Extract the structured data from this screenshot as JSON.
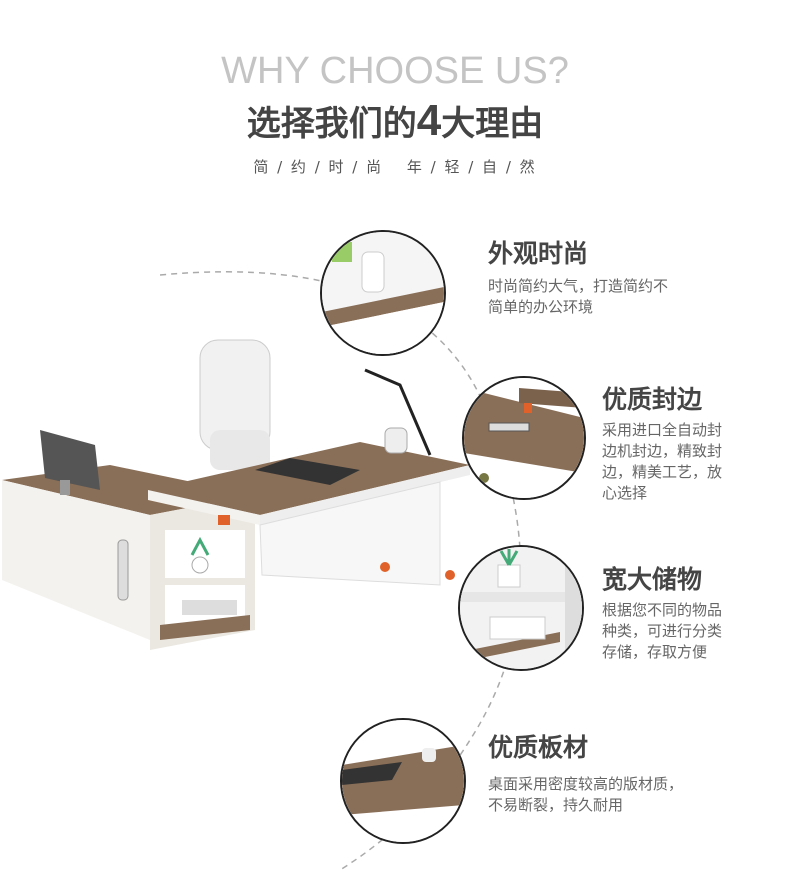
{
  "header": {
    "english_title": "WHY CHOOSE US?",
    "title_prefix": "选择我们的",
    "title_number": "4",
    "title_suffix": "大理由",
    "subtitle": "简 / 约 / 时 / 尚　 年 / 轻 / 自 / 然"
  },
  "features": [
    {
      "title": "外观时尚",
      "lines": [
        "时尚简约大气，打造简约不",
        "简单的办公环境"
      ]
    },
    {
      "title": "优质封边",
      "lines": [
        "采用进口全自动封",
        "边机封边，精致封",
        "边，精美工艺，放",
        "心选择"
      ]
    },
    {
      "title": "宽大储物",
      "lines": [
        "根据您不同的物品",
        "种类，可进行分类",
        "存储，存取方便"
      ]
    },
    {
      "title": "优质板材",
      "lines": [
        "桌面采用密度较高的版材质，",
        "不易断裂，持久耐用"
      ]
    }
  ],
  "colors": {
    "wood": "#8a6f58",
    "accent": "#e0622a",
    "text": "#454545"
  }
}
